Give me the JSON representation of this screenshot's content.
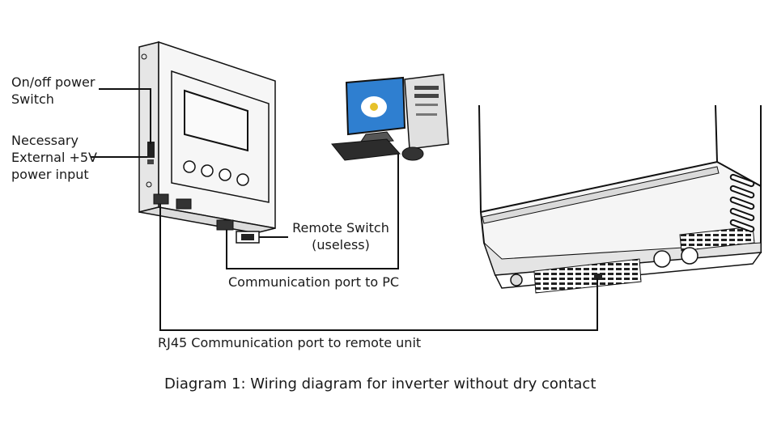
{
  "labels": {
    "power_switch": [
      "On/off power",
      "Switch"
    ],
    "ext_power": [
      "Necessary",
      "External +5V",
      "power input"
    ],
    "remote_switch": [
      "Remote Switch",
      "(useless)"
    ],
    "comm_pc": "Communication port to PC",
    "rj45": "RJ45 Communication port to remote unit"
  },
  "caption": "Diagram 1: Wiring diagram for inverter without dry contact",
  "colors": {
    "line": "#111111",
    "device_fill": "#f2f2f2",
    "monitor_blue": "#2f7fd0"
  }
}
